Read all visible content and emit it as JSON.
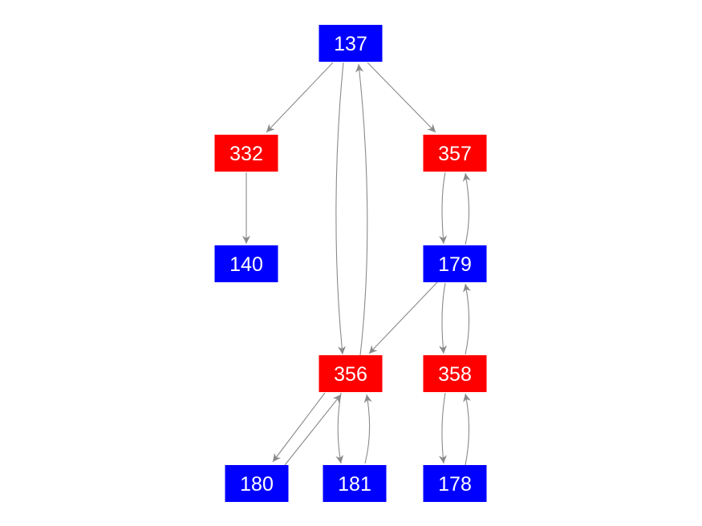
{
  "graph": {
    "colors": {
      "blue": "#0000ff",
      "red": "#ff0000",
      "edge": "#8a8a8a",
      "label": "#ffffff"
    },
    "nodes": [
      {
        "id": "137",
        "label": "137",
        "color": "blue"
      },
      {
        "id": "332",
        "label": "332",
        "color": "red"
      },
      {
        "id": "357",
        "label": "357",
        "color": "red"
      },
      {
        "id": "140",
        "label": "140",
        "color": "blue"
      },
      {
        "id": "179",
        "label": "179",
        "color": "blue"
      },
      {
        "id": "356",
        "label": "356",
        "color": "red"
      },
      {
        "id": "358",
        "label": "358",
        "color": "red"
      },
      {
        "id": "180",
        "label": "180",
        "color": "blue"
      },
      {
        "id": "181",
        "label": "181",
        "color": "blue"
      },
      {
        "id": "178",
        "label": "178",
        "color": "blue"
      }
    ],
    "edges": [
      {
        "source": "137",
        "target": "332"
      },
      {
        "source": "137",
        "target": "357"
      },
      {
        "source": "137",
        "target": "356"
      },
      {
        "source": "356",
        "target": "137"
      },
      {
        "source": "332",
        "target": "140"
      },
      {
        "source": "357",
        "target": "179"
      },
      {
        "source": "179",
        "target": "357"
      },
      {
        "source": "179",
        "target": "356"
      },
      {
        "source": "179",
        "target": "358"
      },
      {
        "source": "358",
        "target": "179"
      },
      {
        "source": "358",
        "target": "178"
      },
      {
        "source": "178",
        "target": "358"
      },
      {
        "source": "356",
        "target": "180"
      },
      {
        "source": "180",
        "target": "356"
      },
      {
        "source": "356",
        "target": "181"
      },
      {
        "source": "181",
        "target": "356"
      }
    ]
  }
}
